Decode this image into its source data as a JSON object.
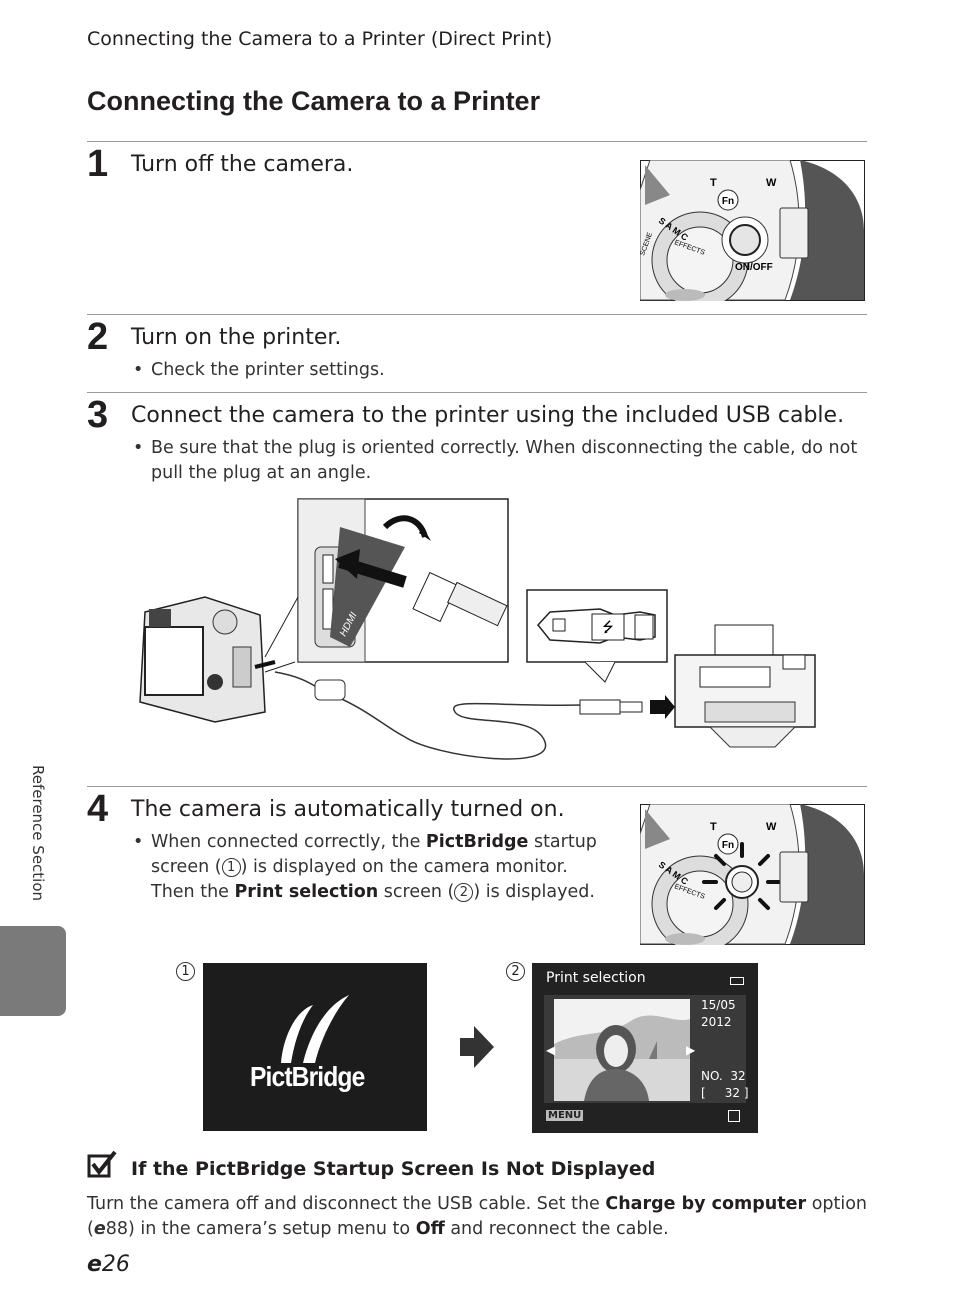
{
  "header": {
    "running_title": "Connecting the Camera to a Printer (Direct Print)"
  },
  "section_title": "Connecting the Camera to a Printer",
  "steps": [
    {
      "number": "1",
      "heading": "Turn off the camera."
    },
    {
      "number": "2",
      "heading": "Turn on the printer.",
      "bullets": [
        "Check the printer settings."
      ]
    },
    {
      "number": "3",
      "heading": "Connect the camera to the printer using the included USB cable.",
      "bullets": [
        "Be sure that the plug is oriented correctly. When disconnecting the cable, do not pull the plug at an angle."
      ]
    },
    {
      "number": "4",
      "heading": "The camera is automatically turned on.",
      "bullet_parts": {
        "a": "When connected correctly, the ",
        "b": "PictBridge",
        "c": " startup screen (",
        "d": "1",
        "e": ") is displayed on the camera monitor. Then the ",
        "f": "Print selection",
        "g": " screen (",
        "h": "2",
        "i": ") is displayed."
      }
    }
  ],
  "camera_labels": {
    "fn": "Fn",
    "t": "T",
    "w": "W",
    "onoff": "ON/OFF",
    "dial_letters": "S A M C",
    "effects": "EFFECTS",
    "scene": "SCENE"
  },
  "usb_labels": {
    "hdmi": "HDMI"
  },
  "screens": {
    "label_1": "1",
    "label_2": "2",
    "pictbridge": "PictBridge",
    "print_selection": {
      "title": "Print selection",
      "date_day": "15/05",
      "date_year": "2012",
      "no": "NO.  32",
      "count": "[     32 ]",
      "menu": "MENU"
    }
  },
  "side_tab": {
    "label": "Reference Section"
  },
  "note": {
    "title": "If the PictBridge Startup Screen Is Not Displayed",
    "body_parts": {
      "a": "Turn the camera off and disconnect the USB cable. Set the ",
      "b": "Charge by computer",
      "c": " option (",
      "d": "88) in the camera’s setup menu to ",
      "e": "Off",
      "f": " and reconnect the cable."
    }
  },
  "page_number": "26"
}
